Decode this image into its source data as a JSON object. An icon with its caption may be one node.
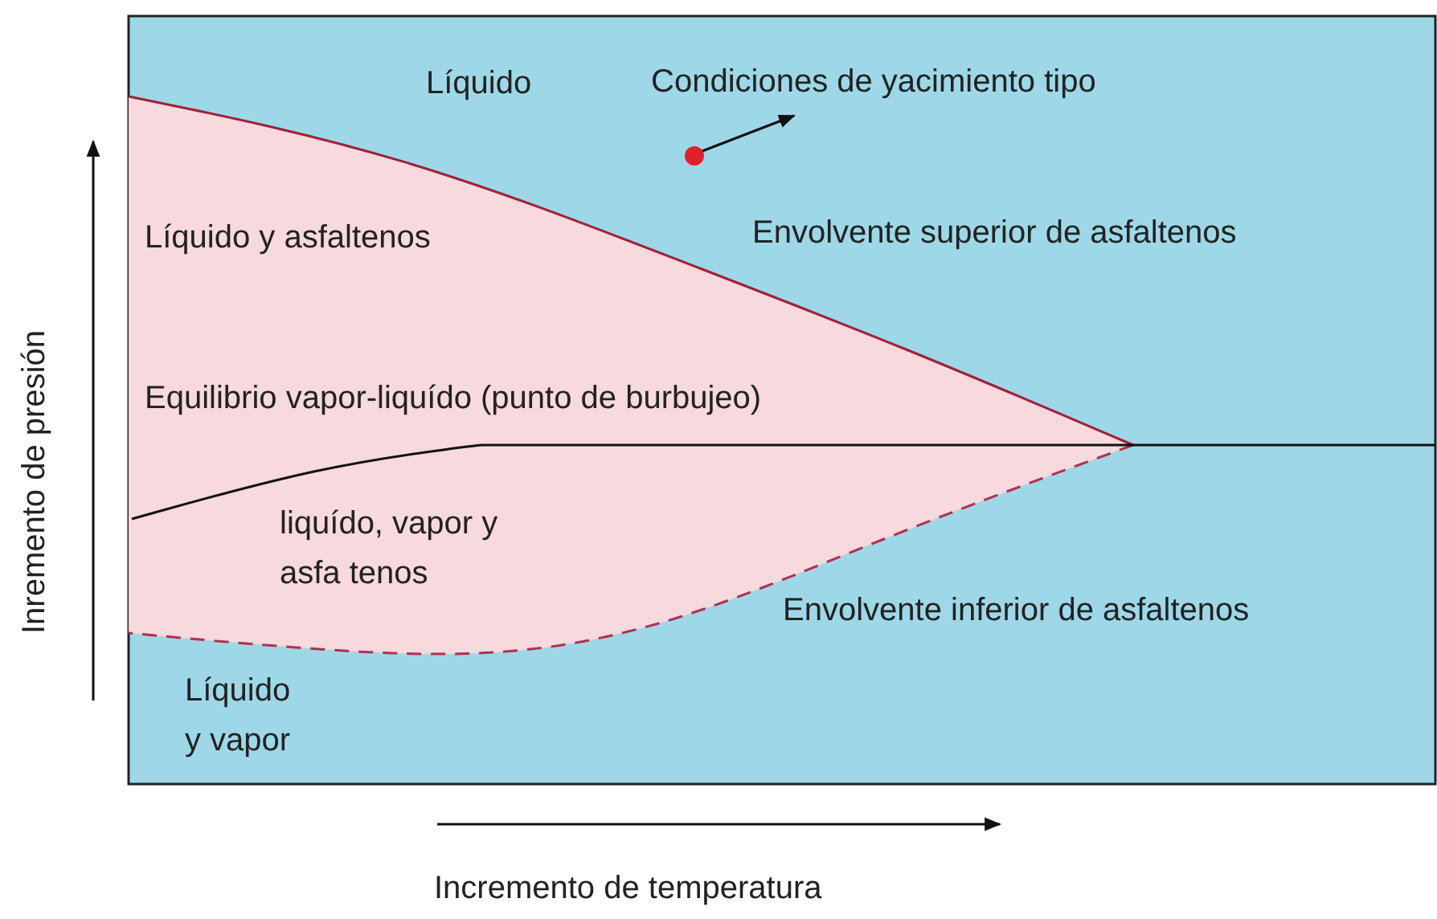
{
  "diagram": {
    "labels": [
      "Líquido",
      "Condiciones de yacimiento tipo",
      "Líquido y asfaltenos",
      "Envolvente superior de asfaltenos",
      "Equilibrio vapor-liquído (punto de burbujeo)",
      "liquído, vapor y asfa tenos",
      "Envolvente inferior de asfaltenos",
      "Líquido y vapor",
      "Inremento de presión",
      "Incremento de temperatura"
    ]
  }
}
